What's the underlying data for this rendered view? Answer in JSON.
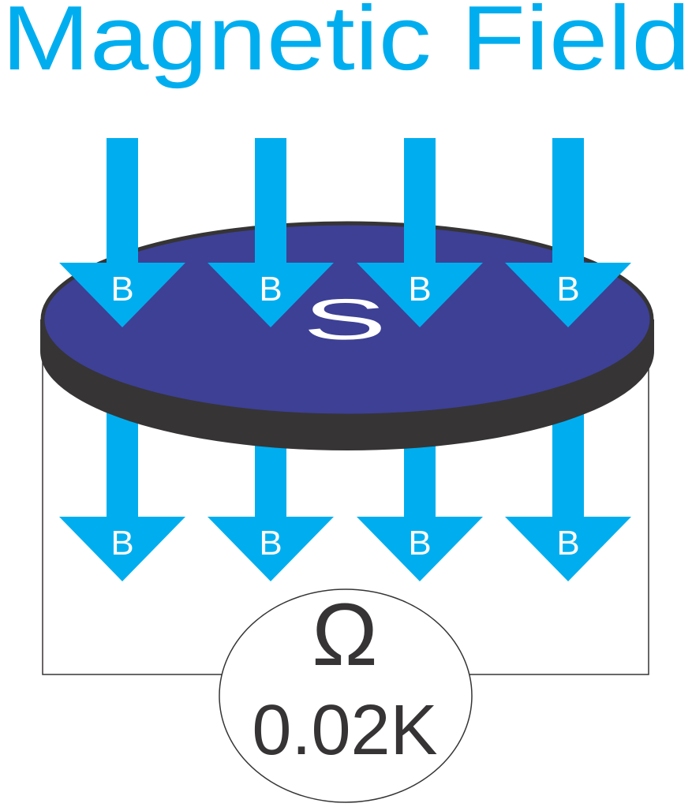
{
  "title": "Magnetic Field",
  "field_label": "B",
  "magnet_pole": "S",
  "meter": {
    "symbol": "Ω",
    "reading": "0.02K"
  },
  "colors": {
    "field": "#00aeef",
    "magnet_top": "#3d4095",
    "magnet_side": "#363435",
    "text_dark": "#363435",
    "wire": "#363435"
  },
  "arrow_count_top": 4,
  "arrow_count_bottom": 4
}
